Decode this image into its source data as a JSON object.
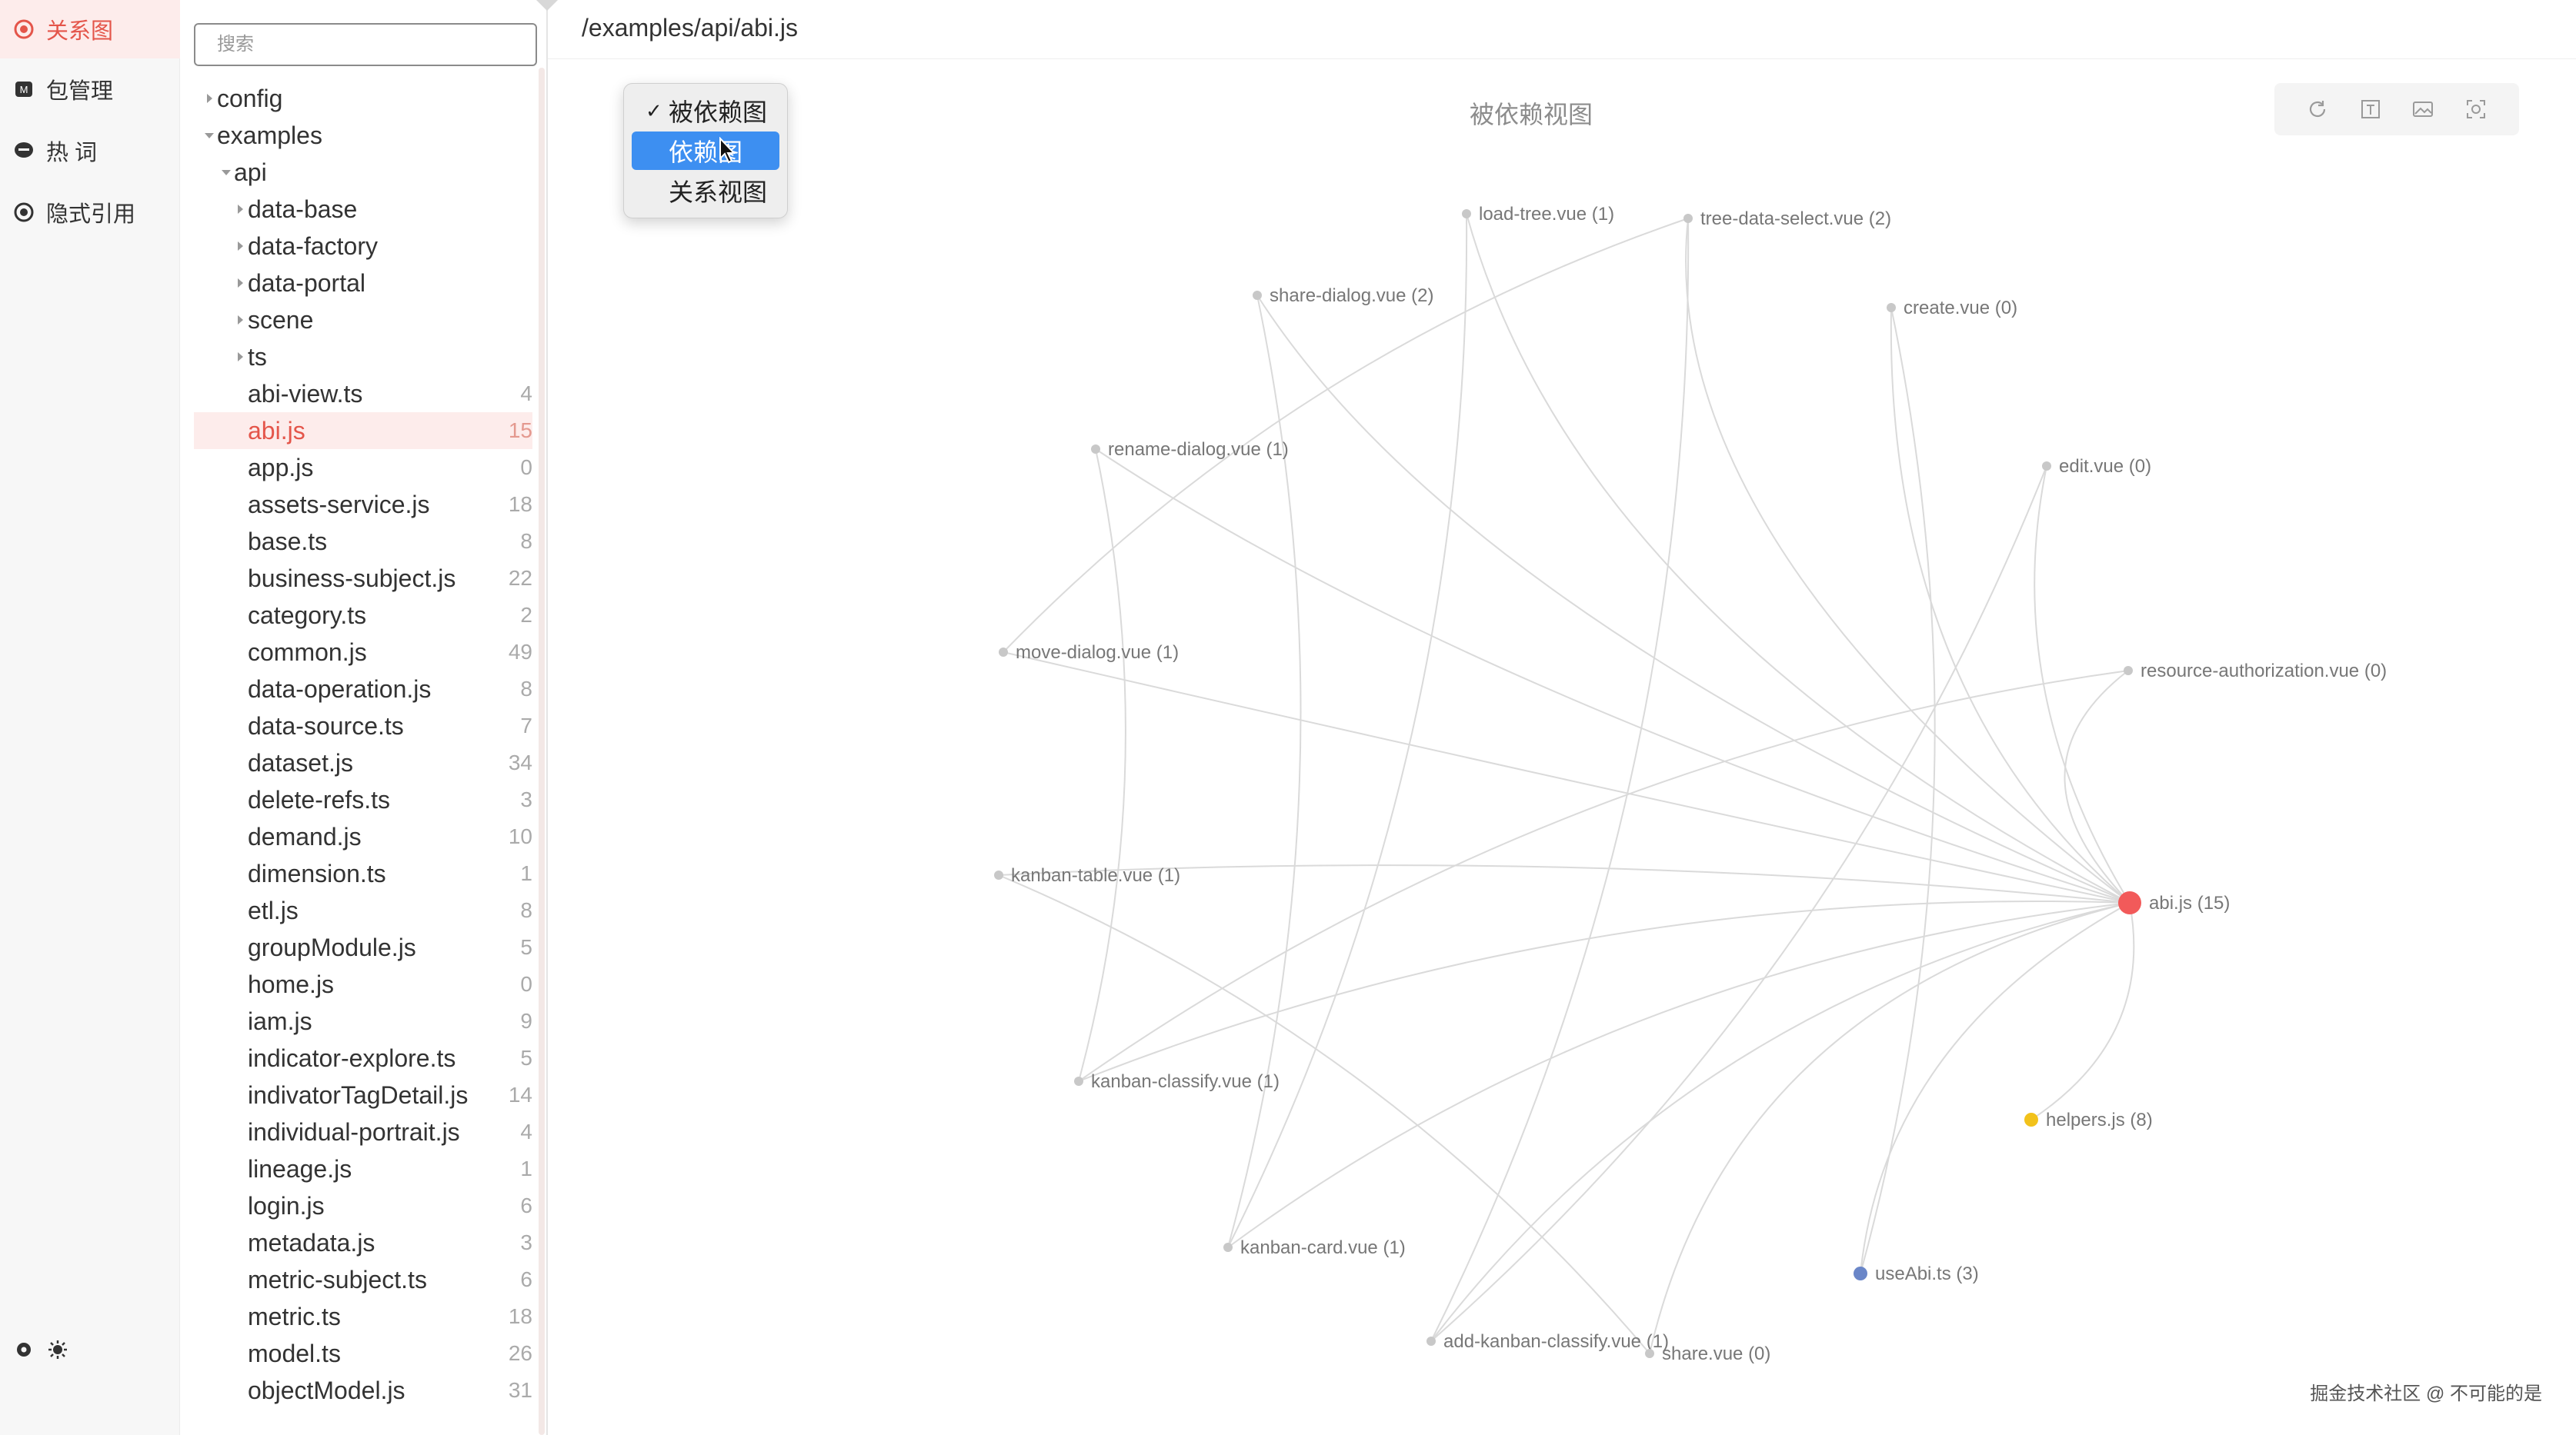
{
  "nav": {
    "items": [
      {
        "label": "关系图",
        "icon": "target-icon",
        "active": true
      },
      {
        "label": "包管理",
        "icon": "package-icon",
        "active": false
      },
      {
        "label": "热 词",
        "icon": "chat-icon",
        "active": false
      },
      {
        "label": "隐式引用",
        "icon": "radio-icon",
        "active": false
      }
    ],
    "bottom_icons": [
      "settings-icon",
      "sun-icon"
    ]
  },
  "sidebar": {
    "search_placeholder": "搜索",
    "tree": [
      {
        "label": "config",
        "indent": 0,
        "type": "folder",
        "expanded": false
      },
      {
        "label": "examples",
        "indent": 0,
        "type": "folder",
        "expanded": true
      },
      {
        "label": "api",
        "indent": 1,
        "type": "folder",
        "expanded": true
      },
      {
        "label": "data-base",
        "indent": 2,
        "type": "folder",
        "expanded": false
      },
      {
        "label": "data-factory",
        "indent": 2,
        "type": "folder",
        "expanded": false
      },
      {
        "label": "data-portal",
        "indent": 2,
        "type": "folder",
        "expanded": false
      },
      {
        "label": "scene",
        "indent": 2,
        "type": "folder",
        "expanded": false
      },
      {
        "label": "ts",
        "indent": 2,
        "type": "folder",
        "expanded": false
      },
      {
        "label": "abi-view.ts",
        "indent": 2,
        "type": "file",
        "count": "4"
      },
      {
        "label": "abi.js",
        "indent": 2,
        "type": "file",
        "count": "15",
        "selected": true
      },
      {
        "label": "app.js",
        "indent": 2,
        "type": "file",
        "count": "0"
      },
      {
        "label": "assets-service.js",
        "indent": 2,
        "type": "file",
        "count": "18"
      },
      {
        "label": "base.ts",
        "indent": 2,
        "type": "file",
        "count": "8"
      },
      {
        "label": "business-subject.js",
        "indent": 2,
        "type": "file",
        "count": "22"
      },
      {
        "label": "category.ts",
        "indent": 2,
        "type": "file",
        "count": "2"
      },
      {
        "label": "common.js",
        "indent": 2,
        "type": "file",
        "count": "49"
      },
      {
        "label": "data-operation.js",
        "indent": 2,
        "type": "file",
        "count": "8"
      },
      {
        "label": "data-source.ts",
        "indent": 2,
        "type": "file",
        "count": "7"
      },
      {
        "label": "dataset.js",
        "indent": 2,
        "type": "file",
        "count": "34"
      },
      {
        "label": "delete-refs.ts",
        "indent": 2,
        "type": "file",
        "count": "3"
      },
      {
        "label": "demand.js",
        "indent": 2,
        "type": "file",
        "count": "10"
      },
      {
        "label": "dimension.ts",
        "indent": 2,
        "type": "file",
        "count": "1"
      },
      {
        "label": "etl.js",
        "indent": 2,
        "type": "file",
        "count": "8"
      },
      {
        "label": "groupModule.js",
        "indent": 2,
        "type": "file",
        "count": "5"
      },
      {
        "label": "home.js",
        "indent": 2,
        "type": "file",
        "count": "0"
      },
      {
        "label": "iam.js",
        "indent": 2,
        "type": "file",
        "count": "9"
      },
      {
        "label": "indicator-explore.ts",
        "indent": 2,
        "type": "file",
        "count": "5"
      },
      {
        "label": "indivatorTagDetail.js",
        "indent": 2,
        "type": "file",
        "count": "14"
      },
      {
        "label": "individual-portrait.js",
        "indent": 2,
        "type": "file",
        "count": "4"
      },
      {
        "label": "lineage.js",
        "indent": 2,
        "type": "file",
        "count": "1"
      },
      {
        "label": "login.js",
        "indent": 2,
        "type": "file",
        "count": "6"
      },
      {
        "label": "metadata.js",
        "indent": 2,
        "type": "file",
        "count": "3"
      },
      {
        "label": "metric-subject.ts",
        "indent": 2,
        "type": "file",
        "count": "6"
      },
      {
        "label": "metric.ts",
        "indent": 2,
        "type": "file",
        "count": "18"
      },
      {
        "label": "model.ts",
        "indent": 2,
        "type": "file",
        "count": "26"
      },
      {
        "label": "objectModel.js",
        "indent": 2,
        "type": "file",
        "count": "31"
      }
    ]
  },
  "main": {
    "path": "/examples/api/abi.js",
    "view_title": "被依赖视图",
    "toolbar_icons": [
      "refresh-icon",
      "text-icon",
      "image-icon",
      "screenshot-icon"
    ],
    "footer": "掘金技术社区 @ 不可能的是"
  },
  "view_menu": {
    "items": [
      {
        "label": "被依赖图",
        "checked": true,
        "highlighted": false
      },
      {
        "label": "依赖图",
        "checked": false,
        "highlighted": true
      },
      {
        "label": "关系视图",
        "checked": false,
        "highlighted": false
      }
    ]
  },
  "graph": {
    "center": {
      "label": "abi.js (15)",
      "color": "#f25a5a"
    },
    "nodes": [
      {
        "label": "load-tree.vue (1)",
        "color": "#c8c8c8"
      },
      {
        "label": "tree-data-select.vue (2)",
        "color": "#c8c8c8"
      },
      {
        "label": "share-dialog.vue (2)",
        "color": "#c8c8c8"
      },
      {
        "label": "create.vue (0)",
        "color": "#c8c8c8"
      },
      {
        "label": "rename-dialog.vue (1)",
        "color": "#c8c8c8"
      },
      {
        "label": "edit.vue (0)",
        "color": "#c8c8c8"
      },
      {
        "label": "move-dialog.vue (1)",
        "color": "#c8c8c8"
      },
      {
        "label": "resource-authorization.vue (0)",
        "color": "#c8c8c8"
      },
      {
        "label": "kanban-table.vue (1)",
        "color": "#c8c8c8"
      },
      {
        "label": "helpers.js (8)",
        "color": "#f2c21b"
      },
      {
        "label": "kanban-classify.vue (1)",
        "color": "#c8c8c8"
      },
      {
        "label": "kanban-card.vue (1)",
        "color": "#c8c8c8"
      },
      {
        "label": "useAbi.ts (3)",
        "color": "#6a86c8"
      },
      {
        "label": "add-kanban-classify.vue (1)",
        "color": "#c8c8c8"
      },
      {
        "label": "share.vue (0)",
        "color": "#c8c8c8"
      }
    ]
  }
}
